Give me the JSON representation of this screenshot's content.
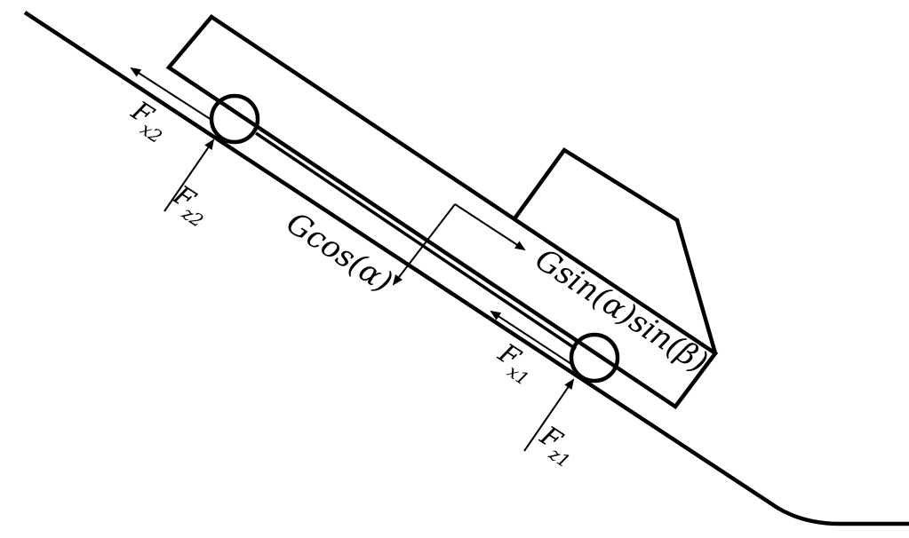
{
  "labels": {
    "gcos": "Gcos(α)",
    "gsin": "Gsin(α)sin(β)",
    "fx2_main": "F",
    "fx2_sub": "x2",
    "fz2_main": "F",
    "fz2_sub": "z2",
    "fx1_main": "F",
    "fx1_sub": "x1",
    "fz1_main": "F",
    "fz1_sub": "z1"
  }
}
